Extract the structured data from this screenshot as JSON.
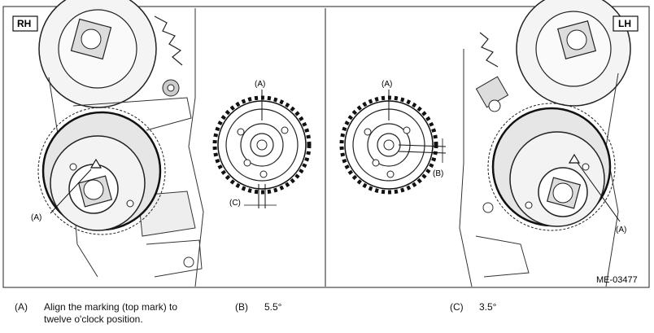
{
  "panels": {
    "right_hand_label": "RH",
    "left_hand_label": "LH"
  },
  "callouts": {
    "a": "(A)",
    "b": "(B)",
    "c": "(C)"
  },
  "figure_id": "ME-03477",
  "legend": [
    {
      "key": "(A)",
      "text_line1": "Align the marking (top mark) to",
      "text_line2": "twelve o'clock position."
    },
    {
      "key": "(B)",
      "text_line1": "5.5°"
    },
    {
      "key": "(C)",
      "text_line1": "3.5°"
    }
  ]
}
